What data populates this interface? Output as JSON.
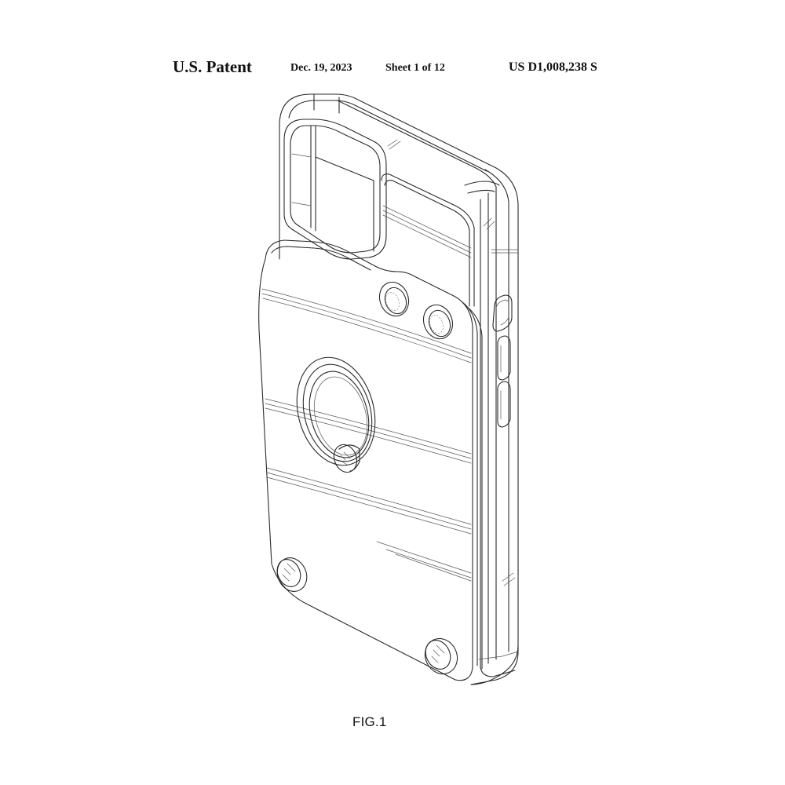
{
  "header": {
    "title": "U.S. Patent",
    "date": "Dec. 19, 2023",
    "sheet": "Sheet 1 of 12",
    "patent_number": "US D1,008,238 S"
  },
  "figure": {
    "label": "FIG.1",
    "subject": "phone-case-with-ring-holder-and-wallet",
    "colors": {
      "line": "#2a2a2a",
      "background": "#ffffff"
    }
  }
}
